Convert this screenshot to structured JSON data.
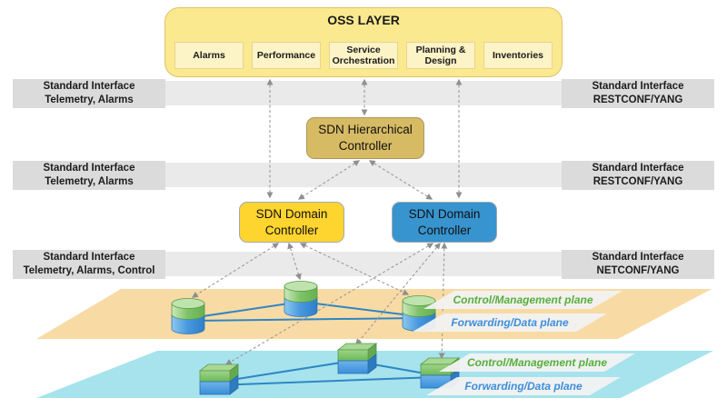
{
  "oss_layer": {
    "title": "OSS LAYER",
    "modules": [
      "Alarms",
      "Performance",
      "Service Orchestration",
      "Planning & Design",
      "Inventories"
    ]
  },
  "controllers": {
    "hierarchical": {
      "line1": "SDN Hierarchical",
      "line2": "Controller",
      "color": "#D7BB64"
    },
    "domain_left": {
      "line1": "SDN Domain",
      "line2": "Controller",
      "color": "#FED42F"
    },
    "domain_right": {
      "line1": "SDN Domain",
      "line2": "Controller",
      "color": "#3794CF"
    }
  },
  "interface_bands": [
    {
      "left": {
        "line1": "Standard Interface",
        "line2": "Telemetry, Alarms"
      },
      "right": {
        "line1": "Standard Interface",
        "line2": "RESTCONF/YANG"
      }
    },
    {
      "left": {
        "line1": "Standard Interface",
        "line2": "Telemetry, Alarms"
      },
      "right": {
        "line1": "Standard Interface",
        "line2": "RESTCONF/YANG"
      }
    },
    {
      "left": {
        "line1": "Standard Interface",
        "line2": "Telemetry, Alarms, Control"
      },
      "right": {
        "line1": "Standard Interface",
        "line2": "NETCONF/YANG"
      }
    }
  ],
  "network_planes": [
    {
      "name": "upper-domain",
      "color": "#F8DBA4",
      "labels": {
        "control": "Control/Management plane",
        "forwarding": "Forwarding/Data plane"
      }
    },
    {
      "name": "lower-domain",
      "color": "#A6E3ED",
      "labels": {
        "control": "Control/Management plane",
        "forwarding": "Forwarding/Data plane"
      }
    }
  ],
  "colors": {
    "control_label_text": "#58AE3E",
    "forwarding_label_text": "#3E8EDB",
    "link_line": "#2E86C4",
    "connector_line": "#9A9A9A",
    "band_fill": "#EAEAEA",
    "band_label_fill": "#DBDBDB",
    "oss_fill": "#FBE98F",
    "oss_module_fill": "#FCF3C6"
  }
}
